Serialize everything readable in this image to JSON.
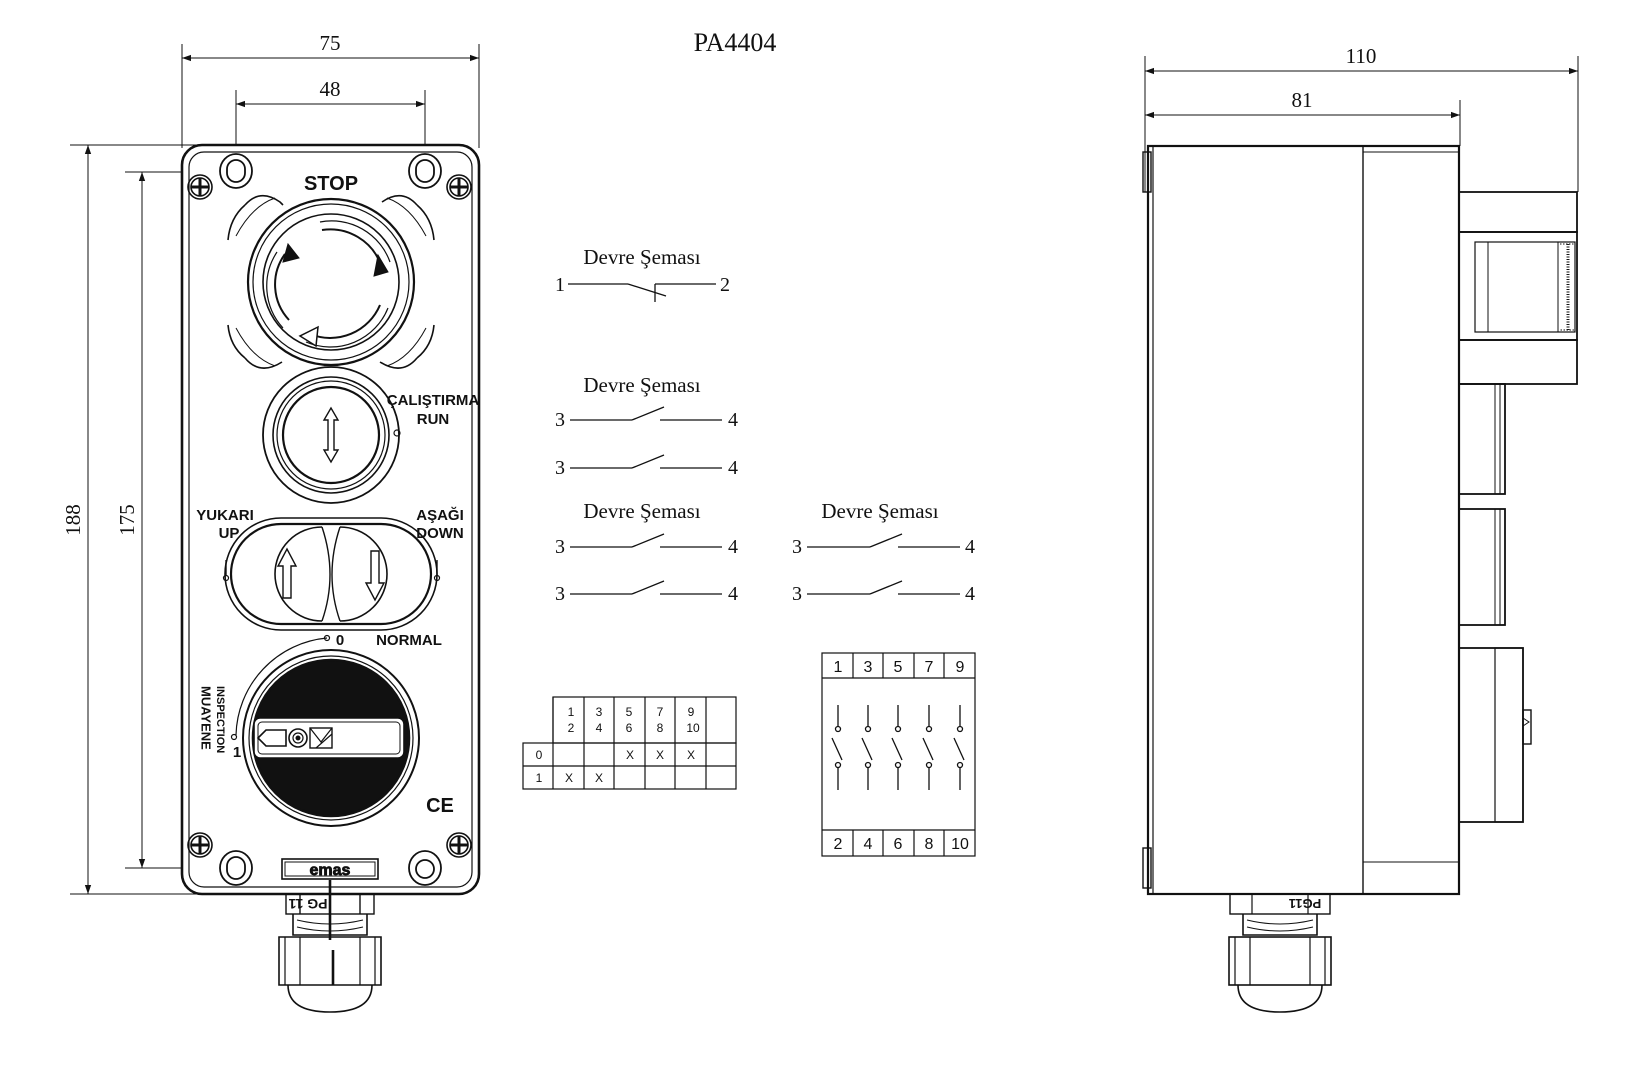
{
  "title": "PA4404",
  "dimensions": {
    "front_width": "75",
    "hole_spacing": "48",
    "front_height": "188",
    "hole_height": "175",
    "side_depth": "110",
    "body_depth": "81"
  },
  "panel_labels": {
    "stop": "STOP",
    "run_tr": "ÇALIŞTIRMA",
    "run_en": "RUN",
    "up_tr": "YUKARI",
    "up_en": "UP",
    "down_tr": "AŞAĞI",
    "down_en": "DOWN",
    "pos_zero": "0",
    "normal": "NORMAL",
    "pos_one": "1",
    "inspection_tr": "MUAYENE",
    "inspection_en": "INSPECTION",
    "ce_mark": "CE",
    "brand": "emas",
    "gland_front": "PG 11",
    "gland_side": "PG11"
  },
  "schemas": {
    "title": "Devre Şeması",
    "stop": {
      "left": "1",
      "right": "2"
    },
    "run": [
      {
        "left": "3",
        "right": "4"
      },
      {
        "left": "3",
        "right": "4"
      }
    ],
    "up": [
      {
        "left": "3",
        "right": "4"
      },
      {
        "left": "3",
        "right": "4"
      }
    ],
    "down": [
      {
        "left": "3",
        "right": "4"
      },
      {
        "left": "3",
        "right": "4"
      }
    ]
  },
  "switch_table": {
    "headers": [
      [
        "1",
        "2"
      ],
      [
        "3",
        "4"
      ],
      [
        "5",
        "6"
      ],
      [
        "7",
        "8"
      ],
      [
        "9",
        "10"
      ]
    ],
    "rows": [
      {
        "pos": "0",
        "marks": [
          "",
          "",
          "X",
          "X",
          "X"
        ]
      },
      {
        "pos": "1",
        "marks": [
          "X",
          "X",
          "",
          "",
          ""
        ]
      }
    ]
  },
  "terminal_block": {
    "top": [
      "1",
      "3",
      "5",
      "7",
      "9"
    ],
    "bottom": [
      "2",
      "4",
      "6",
      "8",
      "10"
    ]
  }
}
